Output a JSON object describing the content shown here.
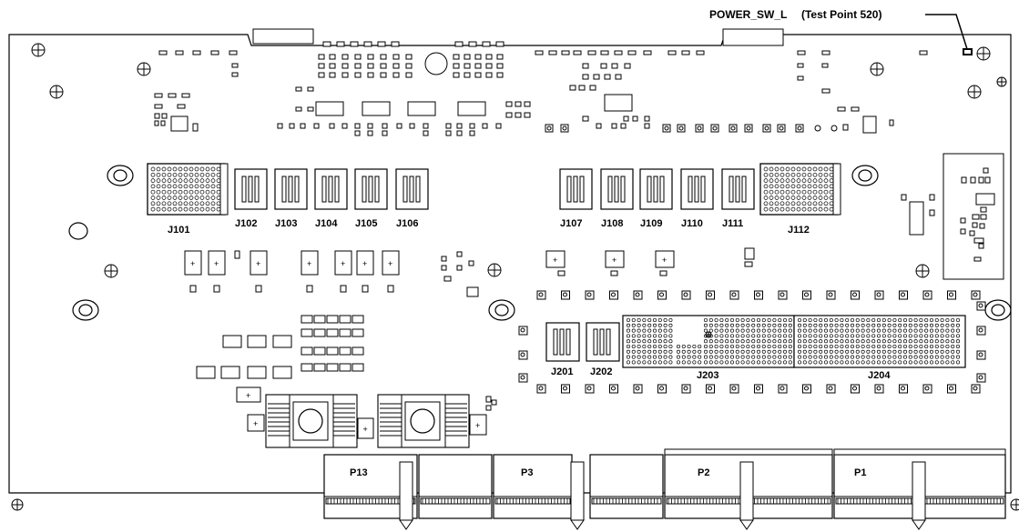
{
  "annotation": {
    "signal": "POWER_SW_L",
    "testpoint": "(Test Point 520)"
  },
  "jack_labels": {
    "upper": [
      "J101",
      "J102",
      "J103",
      "J104",
      "J105",
      "J106",
      "J107",
      "J108",
      "J109",
      "J110",
      "J111",
      "J112"
    ],
    "lower": [
      "J201",
      "J202",
      "J203",
      "J204"
    ]
  },
  "power_connectors": [
    "P13",
    "P3",
    "P2",
    "P1"
  ],
  "polarity_mark": "+"
}
